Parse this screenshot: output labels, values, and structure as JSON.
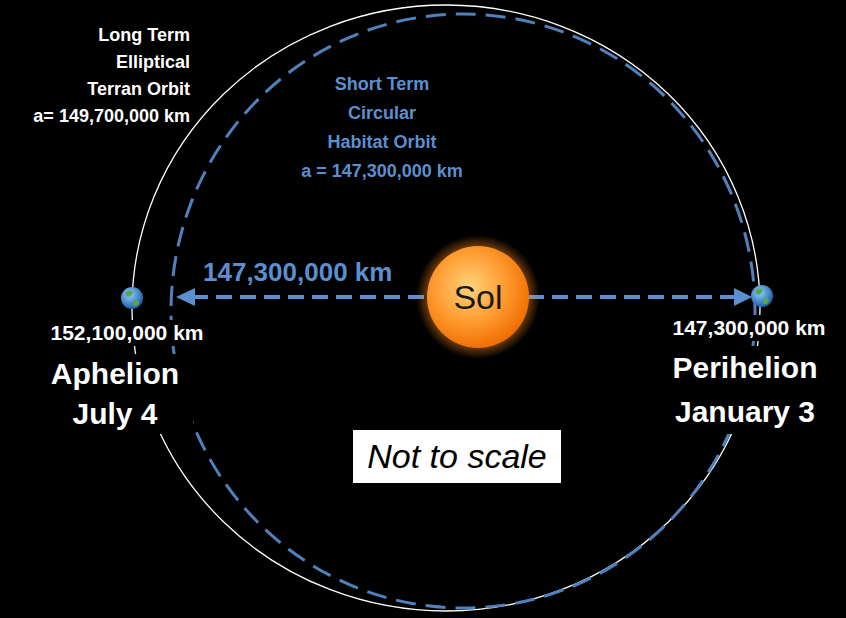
{
  "diagram": {
    "nodes": [
      {
        "text": [
          "Sol"
        ]
      },
      {
        "text": [
          "Not to scale"
        ]
      }
    ],
    "labels": [
      "Long Term Elliptical Terran Orbit",
      "a= 149,700,000 km",
      "Short Term Circular Habitat Orbit",
      "a = 147,300,000 km",
      "147,300,000 km",
      "152,100,000 km",
      "Aphelion July 4",
      "147,300,000 km",
      "Perihelion January 3"
    ]
  }
}
